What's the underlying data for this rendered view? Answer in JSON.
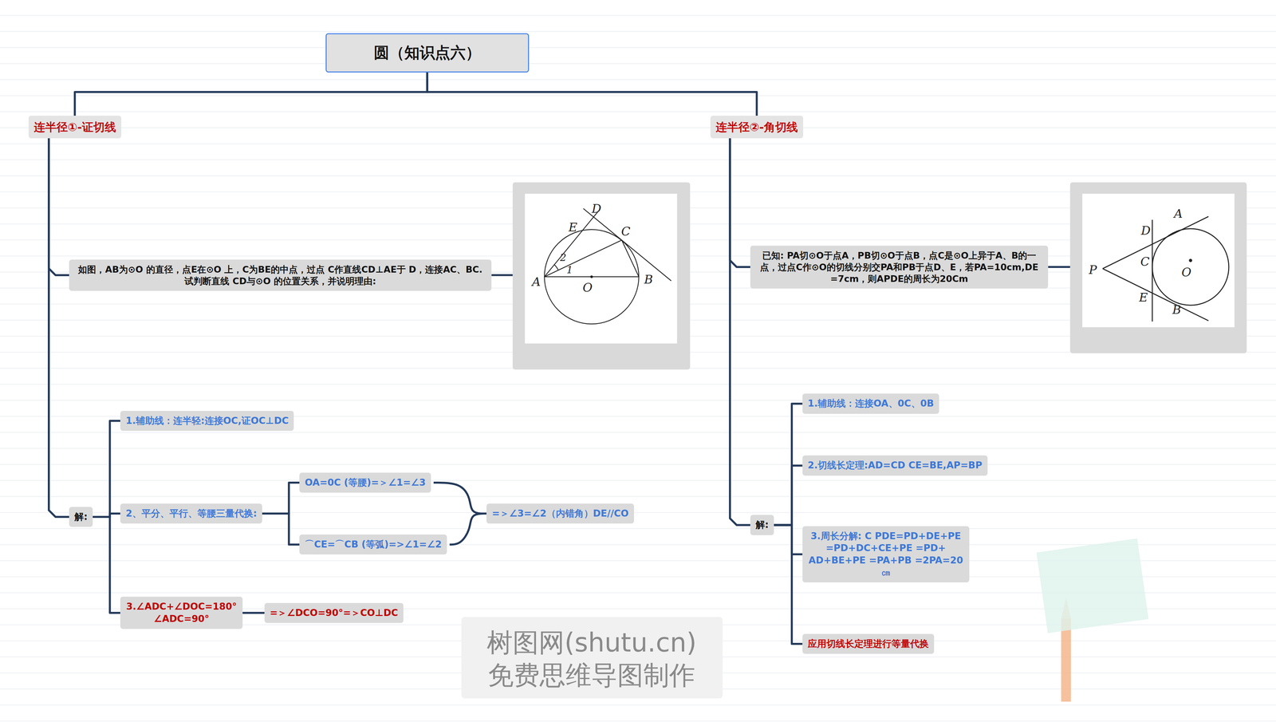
{
  "diagram": {
    "nodes": [
      {
        "text": [
          "圆（知识点六）"
        ]
      },
      {
        "text": [
          "连半径①-证切线"
        ]
      },
      {
        "text": [
          "连半径②-角切线"
        ]
      },
      {
        "text": [
          "如图，AB为⊙O 的直径，点E在⊙O 上，C为BE的中点，过点 C作直线CD⊥AE于 D，连接AC、BC. 试判断直线 CD与⊙O 的位置关系，并说明理由:"
        ]
      },
      {
        "text": [
          "解:"
        ]
      },
      {
        "text": [
          "1.辅助线：连半轻:连接OC,证OC⊥DC"
        ]
      },
      {
        "text": [
          "2、平分、平行、等腰三量代换:"
        ]
      },
      {
        "text": [
          "OA=0C (等腰)=＞∠1=∠3"
        ]
      },
      {
        "text": [
          "⌒CE=⌒CB (等弧)=>∠1=∠2"
        ]
      },
      {
        "text": [
          "=＞∠3=∠2（内错角）DE//CO"
        ]
      },
      {
        "text": [
          "3.∠ADC+∠DOC=180° ∠ADC=90°"
        ]
      },
      {
        "text": [
          "=＞∠DCO=90°=＞CO⊥DC"
        ]
      },
      {
        "text": [
          "已知: PA切⊙O于点A，PB切⊙O于点B，点C是⊙O上异于A、B的一点，过点C作⊙O的切线分别交PA和PB于点D、E，若PA=10cm,DE =7cm，则APDE的周长为20Cm"
        ]
      },
      {
        "text": [
          "解:"
        ]
      },
      {
        "text": [
          "1.辅助线：连接OA、0C、0B"
        ]
      },
      {
        "text": [
          "2.切线长定理:AD=CD CE=BE,AP=BP"
        ]
      },
      {
        "text": [
          "3.周长分解: C PDE=PD+DE+PE =PD+DC+CE+PE =PD+ AD+BE+PE =PA+PB =2PA=20㎝"
        ]
      },
      {
        "text": [
          "应用切线长定理进行等量代换"
        ]
      }
    ],
    "edges": [
      {
        "from": 0,
        "to": 1,
        "arrow": "none"
      },
      {
        "from": 0,
        "to": 2,
        "arrow": "none"
      },
      {
        "from": 1,
        "to": 3,
        "arrow": "none"
      },
      {
        "from": 1,
        "to": 4,
        "arrow": "none"
      },
      {
        "from": 4,
        "to": 5,
        "arrow": "none"
      },
      {
        "from": 4,
        "to": 6,
        "arrow": "none"
      },
      {
        "from": 4,
        "to": 10,
        "arrow": "none"
      },
      {
        "from": 6,
        "to": 7,
        "arrow": "none"
      },
      {
        "from": 6,
        "to": 8,
        "arrow": "none"
      },
      {
        "from": 7,
        "to": 9,
        "arrow": "none"
      },
      {
        "from": 8,
        "to": 9,
        "arrow": "none"
      },
      {
        "from": 10,
        "to": 11,
        "arrow": "none"
      },
      {
        "from": 2,
        "to": 12,
        "arrow": "none"
      },
      {
        "from": 2,
        "to": 13,
        "arrow": "none"
      },
      {
        "from": 13,
        "to": 14,
        "arrow": "none"
      },
      {
        "from": 13,
        "to": 15,
        "arrow": "none"
      },
      {
        "from": 13,
        "to": 16,
        "arrow": "none"
      },
      {
        "from": 13,
        "to": 17,
        "arrow": "none"
      }
    ],
    "labels": [
      "D",
      "E",
      "C",
      "2",
      "1",
      "A",
      "O",
      "B",
      "A",
      "D",
      "C",
      "P",
      "O",
      "E",
      "B",
      "树图网(shutu.cn)",
      "免费思维导图制作"
    ]
  }
}
